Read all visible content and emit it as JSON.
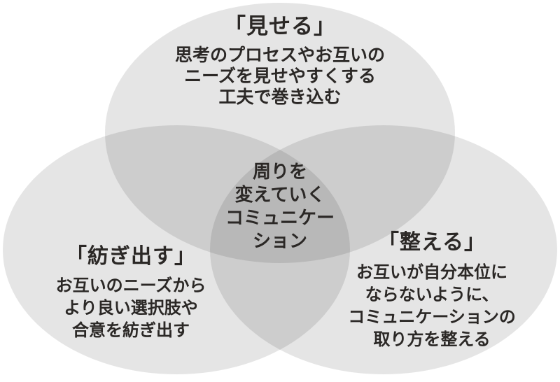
{
  "venn": {
    "center": {
      "lines": [
        "周りを",
        "変えていく",
        "コミュニケー",
        "ション"
      ]
    },
    "circles": [
      {
        "key": "miseru",
        "title": "「見せる」",
        "lines": [
          "思考のプロセスやお互いの",
          "ニーズを見せやすくする",
          "工夫で巻き込む"
        ]
      },
      {
        "key": "tsumugidasu",
        "title": "「紡ぎ出す」",
        "lines": [
          "お互いのニーズから",
          "より良い選択肢や",
          "合意を紡ぎ出す"
        ]
      },
      {
        "key": "totonoeru",
        "title": "「整える」",
        "lines": [
          "お互いが自分本位に",
          "ならないように、",
          "コミュニケーションの",
          "取り方を整える"
        ]
      }
    ],
    "colors": {
      "background": "#ffffff",
      "circle_single_overlap": "#e6e6e6",
      "circle_double_overlap": "#cfcfcf",
      "circle_triple_overlap": "#bababa",
      "text": "#2b2826"
    }
  }
}
